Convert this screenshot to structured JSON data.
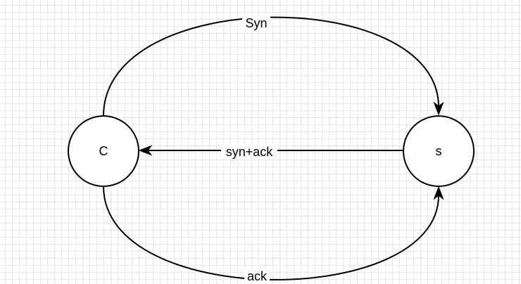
{
  "diagram": {
    "nodes": {
      "client": {
        "label": "C"
      },
      "server": {
        "label": "s"
      }
    },
    "edges": {
      "syn": {
        "label": "Syn"
      },
      "syn_ack": {
        "label": "syn+ack"
      },
      "ack": {
        "label": "ack"
      }
    }
  }
}
